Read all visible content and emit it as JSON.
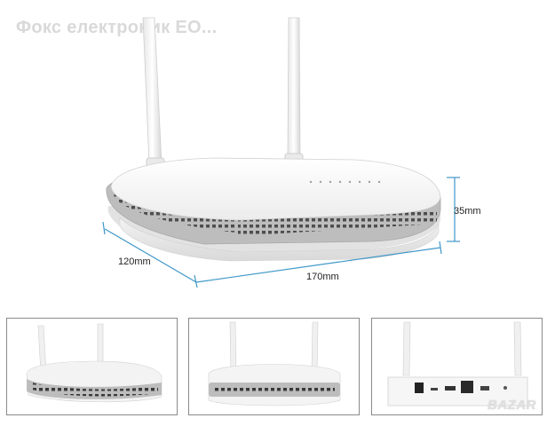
{
  "watermark": "Фокс електроник ЕО...",
  "dimensions": {
    "height": "35mm",
    "depth": "120mm",
    "width": "170mm"
  },
  "brand": "BAZAR",
  "thumbnails": [
    "front-view",
    "top-front-view",
    "rear-ports-view"
  ],
  "colors": {
    "device_white": "#f4f4f4",
    "vent_gray": "#b9b9b9",
    "dimension_line": "#3f97c9",
    "thumb_border": "#8a8a8a"
  }
}
